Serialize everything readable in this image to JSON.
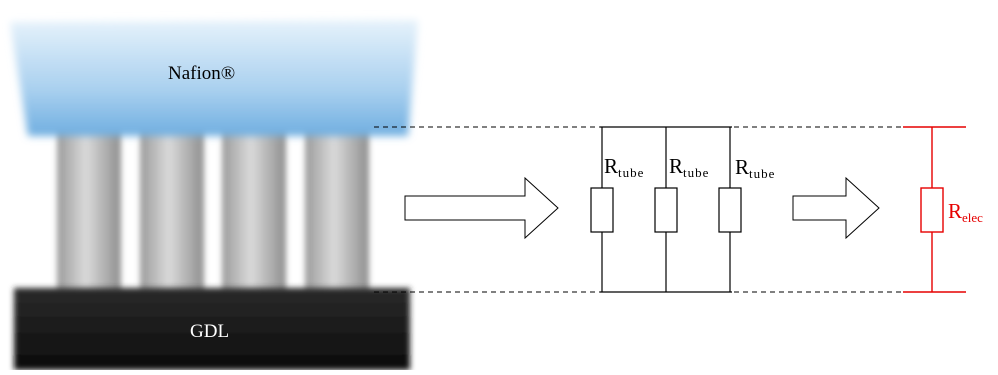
{
  "nafion_label": "Nafion®",
  "gdl_label": "GDL",
  "resistor_symbol": "R",
  "tube_subscript": "tube",
  "elec_subscript": "elec",
  "colors": {
    "nafion_top": "#cfe6f7",
    "nafion_bottom": "#7fb8e6",
    "tube": "#b8b8b8",
    "gdl": "#161616",
    "line": "#000000",
    "equivalent_circuit": "#e60000"
  }
}
